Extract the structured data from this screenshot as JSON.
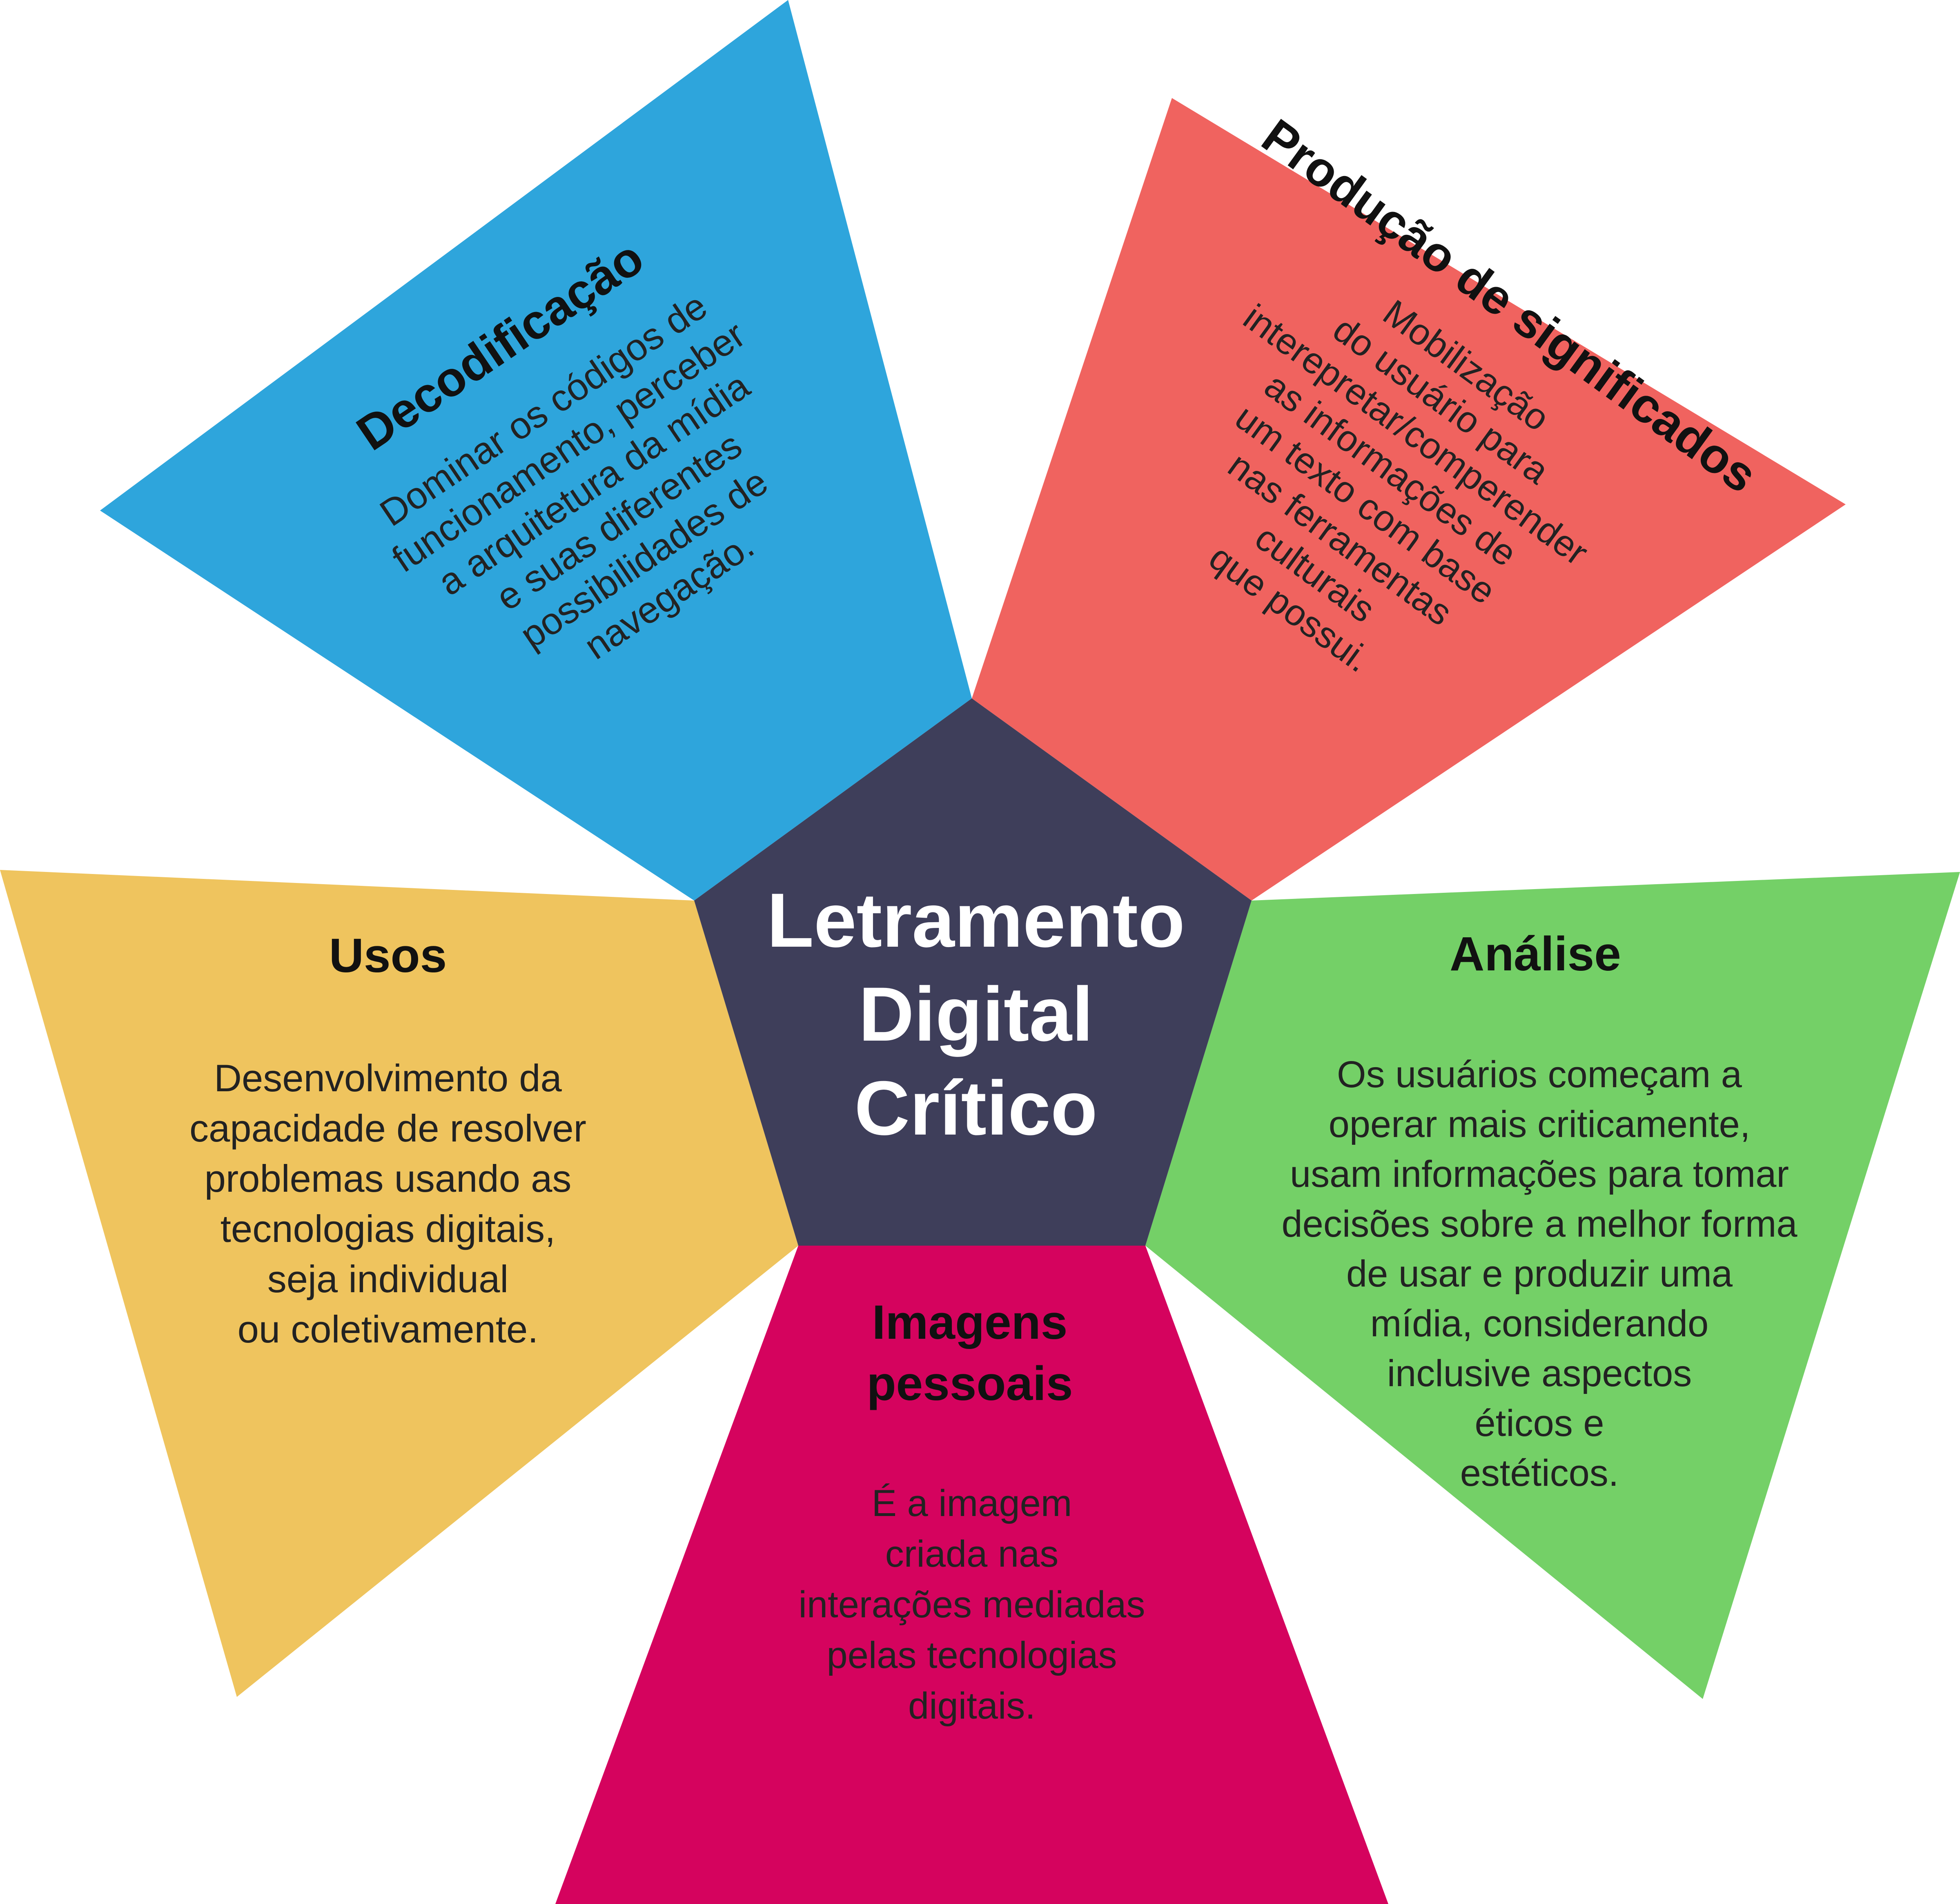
{
  "center": {
    "lines": [
      "Letramento",
      "Digital",
      "Crítico"
    ],
    "color": "#3e3e5a"
  },
  "sections": {
    "decodificacao": {
      "title": "Decodificação",
      "lines": [
        "Dominar os códigos de",
        "funcionamento, perceber",
        "a arquitetura da mídia",
        "e suas diferentes",
        "possibilidades de",
        "navegação."
      ],
      "color": "#2ea5dc"
    },
    "producao": {
      "title": "Produção de significados",
      "lines": [
        "Mobilização",
        "do usuário para",
        "interepretar/comperender",
        "as informações de",
        "um texto com base",
        "nas ferramentas",
        "culturais",
        "que possui."
      ],
      "color": "#f0635f"
    },
    "usos": {
      "title": "Usos",
      "lines": [
        "Desenvolvimento da",
        "capacidade de resolver",
        "problemas usando as",
        "tecnologias digitais,",
        "seja individual",
        "ou coletivamente."
      ],
      "color": "#efc45e"
    },
    "analise": {
      "title": "Análise",
      "lines": [
        "Os usuários começam a",
        "operar mais criticamente,",
        "usam informações para tomar",
        "decisões sobre a melhor forma",
        "de usar e produzir uma",
        "mídia, considerando",
        "inclusive aspectos",
        "éticos e",
        "estéticos."
      ],
      "color": "#74d067"
    },
    "imagens": {
      "title_lines": [
        "Imagens",
        "pessoais"
      ],
      "lines": [
        "É a imagem",
        "criada nas",
        "interações mediadas",
        "pelas tecnologias",
        "digitais."
      ],
      "color": "#d5035e"
    }
  }
}
